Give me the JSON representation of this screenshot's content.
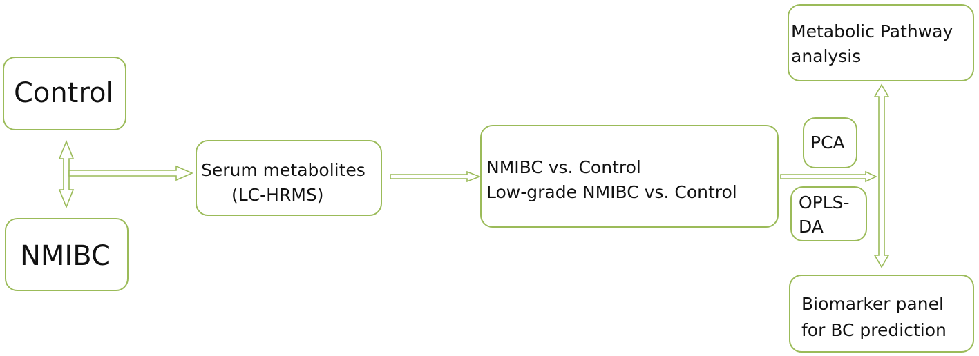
{
  "nodes": {
    "control": {
      "label": "Control"
    },
    "nmibc": {
      "label": "NMIBC"
    },
    "serum": {
      "line1": "Serum metabolites",
      "line2": "(LC-HRMS)"
    },
    "comparison": {
      "line1": "NMIBC vs. Control",
      "line2": "Low-grade NMIBC vs. Control"
    },
    "pca": {
      "label": "PCA"
    },
    "oplsda": {
      "line1": "OPLS-",
      "line2": "DA"
    },
    "pathway": {
      "line1": "Metabolic Pathway",
      "line2": "analysis"
    },
    "biomarker": {
      "line1": "Biomarker panel",
      "line2": "for BC prediction"
    }
  },
  "colors": {
    "border": "#9bbb59",
    "arrow_stroke": "#9bbb59",
    "arrow_fill": "#ffffff",
    "text": "#111111"
  }
}
